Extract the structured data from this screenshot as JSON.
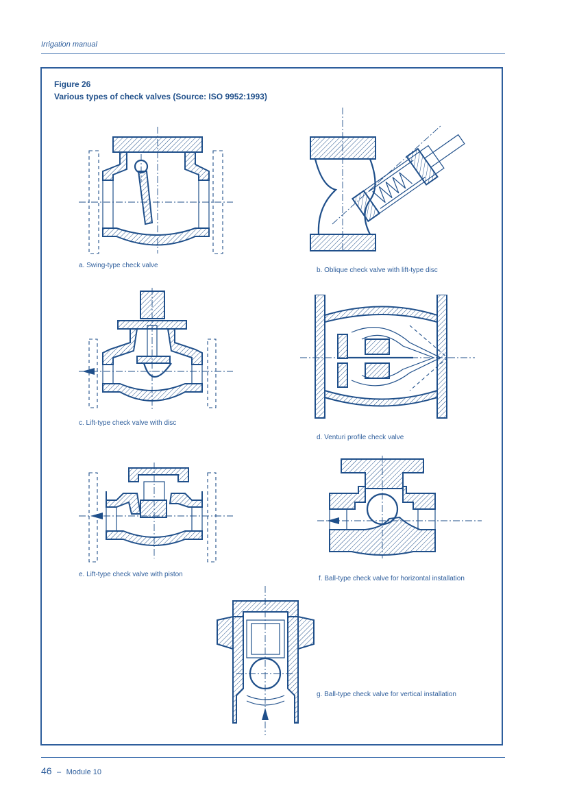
{
  "header": {
    "title": "Irrigation manual"
  },
  "figure": {
    "number": "Figure 26",
    "title": "Various types of check valves (Source: ISO 9952:1993)"
  },
  "captions": {
    "a": "a. Swing-type check valve",
    "b": "b. Oblique check valve with lift-type disc",
    "c": "c. Lift-type check valve with disc",
    "d": "d. Venturi profile check valve",
    "e": "e. Lift-type check valve with piston",
    "f": "f. Ball-type check valve for horizontal installation",
    "g": "g. Ball-type check valve for vertical installation"
  },
  "footer": {
    "page": "46",
    "dash": "–",
    "module": "Module 10"
  },
  "colors": {
    "ink": "#1f4f8a",
    "rule": "#4a78b3"
  }
}
